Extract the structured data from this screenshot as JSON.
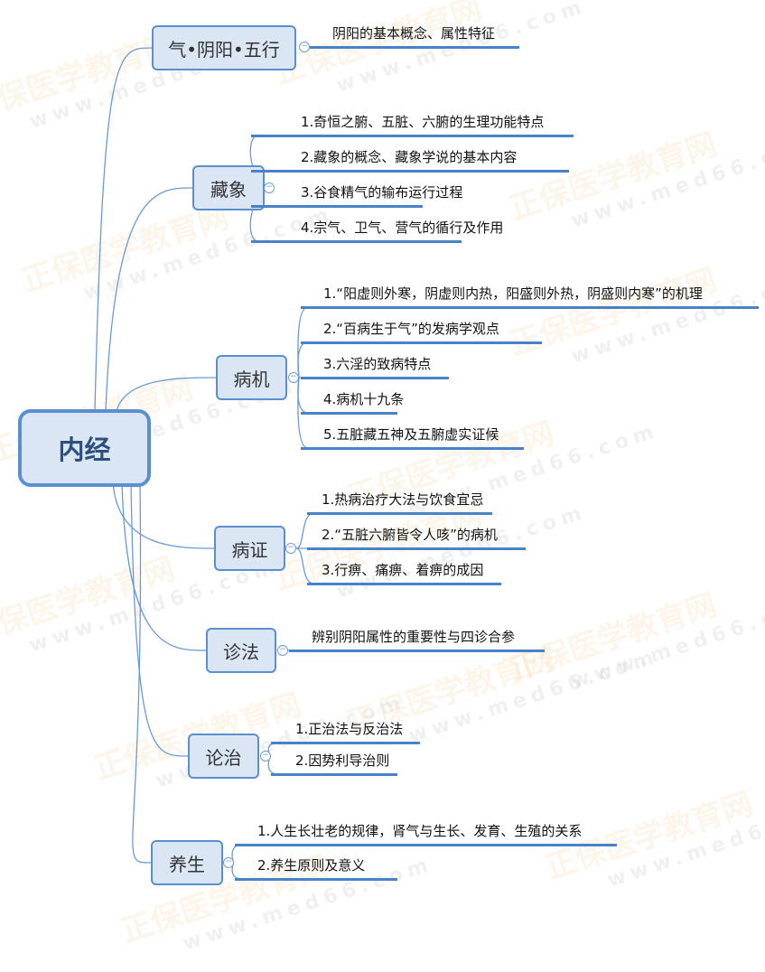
{
  "watermark": {
    "brand": "正保医学教育网",
    "url": "www.med66.com"
  },
  "root": {
    "label": "内经"
  },
  "topics": [
    {
      "label": "气•阴阳•五行",
      "leaves": [
        "阴阳的基本概念、属性特征"
      ]
    },
    {
      "label": "藏象",
      "leaves": [
        "1.奇恒之腑、五脏、六腑的生理功能特点",
        "2.藏象的概念、藏象学说的基本内容",
        "3.谷食精气的输布运行过程",
        "4.宗气、卫气、营气的循行及作用"
      ]
    },
    {
      "label": "病机",
      "leaves": [
        "1.“阳虚则外寒，阴虚则内热，阳盛则外热，阴盛则内寒”的机理",
        "2.“百病生于气”的发病学观点",
        "3.六淫的致病特点",
        "4.病机十九条",
        "5.五脏藏五神及五腑虚实证候"
      ]
    },
    {
      "label": "病证",
      "leaves": [
        "1.热病治疗大法与饮食宜忌",
        "2.“五脏六腑皆令人咳”的病机",
        "3.行痹、痛痹、着痹的成因"
      ]
    },
    {
      "label": "诊法",
      "leaves": [
        "辨别阴阳属性的重要性与四诊合参"
      ]
    },
    {
      "label": "论治",
      "leaves": [
        "1.正治法与反治法",
        "2.因势利导治则"
      ]
    },
    {
      "label": "养生",
      "leaves": [
        "1.人生长壮老的规律，肾气与生长、发育、生殖的关系",
        "2.养生原则及意义"
      ]
    }
  ],
  "collapse_symbol": "−",
  "colors": {
    "line": "#4a82c8",
    "node_fill": "#dbe6f4",
    "node_border": "#5b8fd0"
  }
}
